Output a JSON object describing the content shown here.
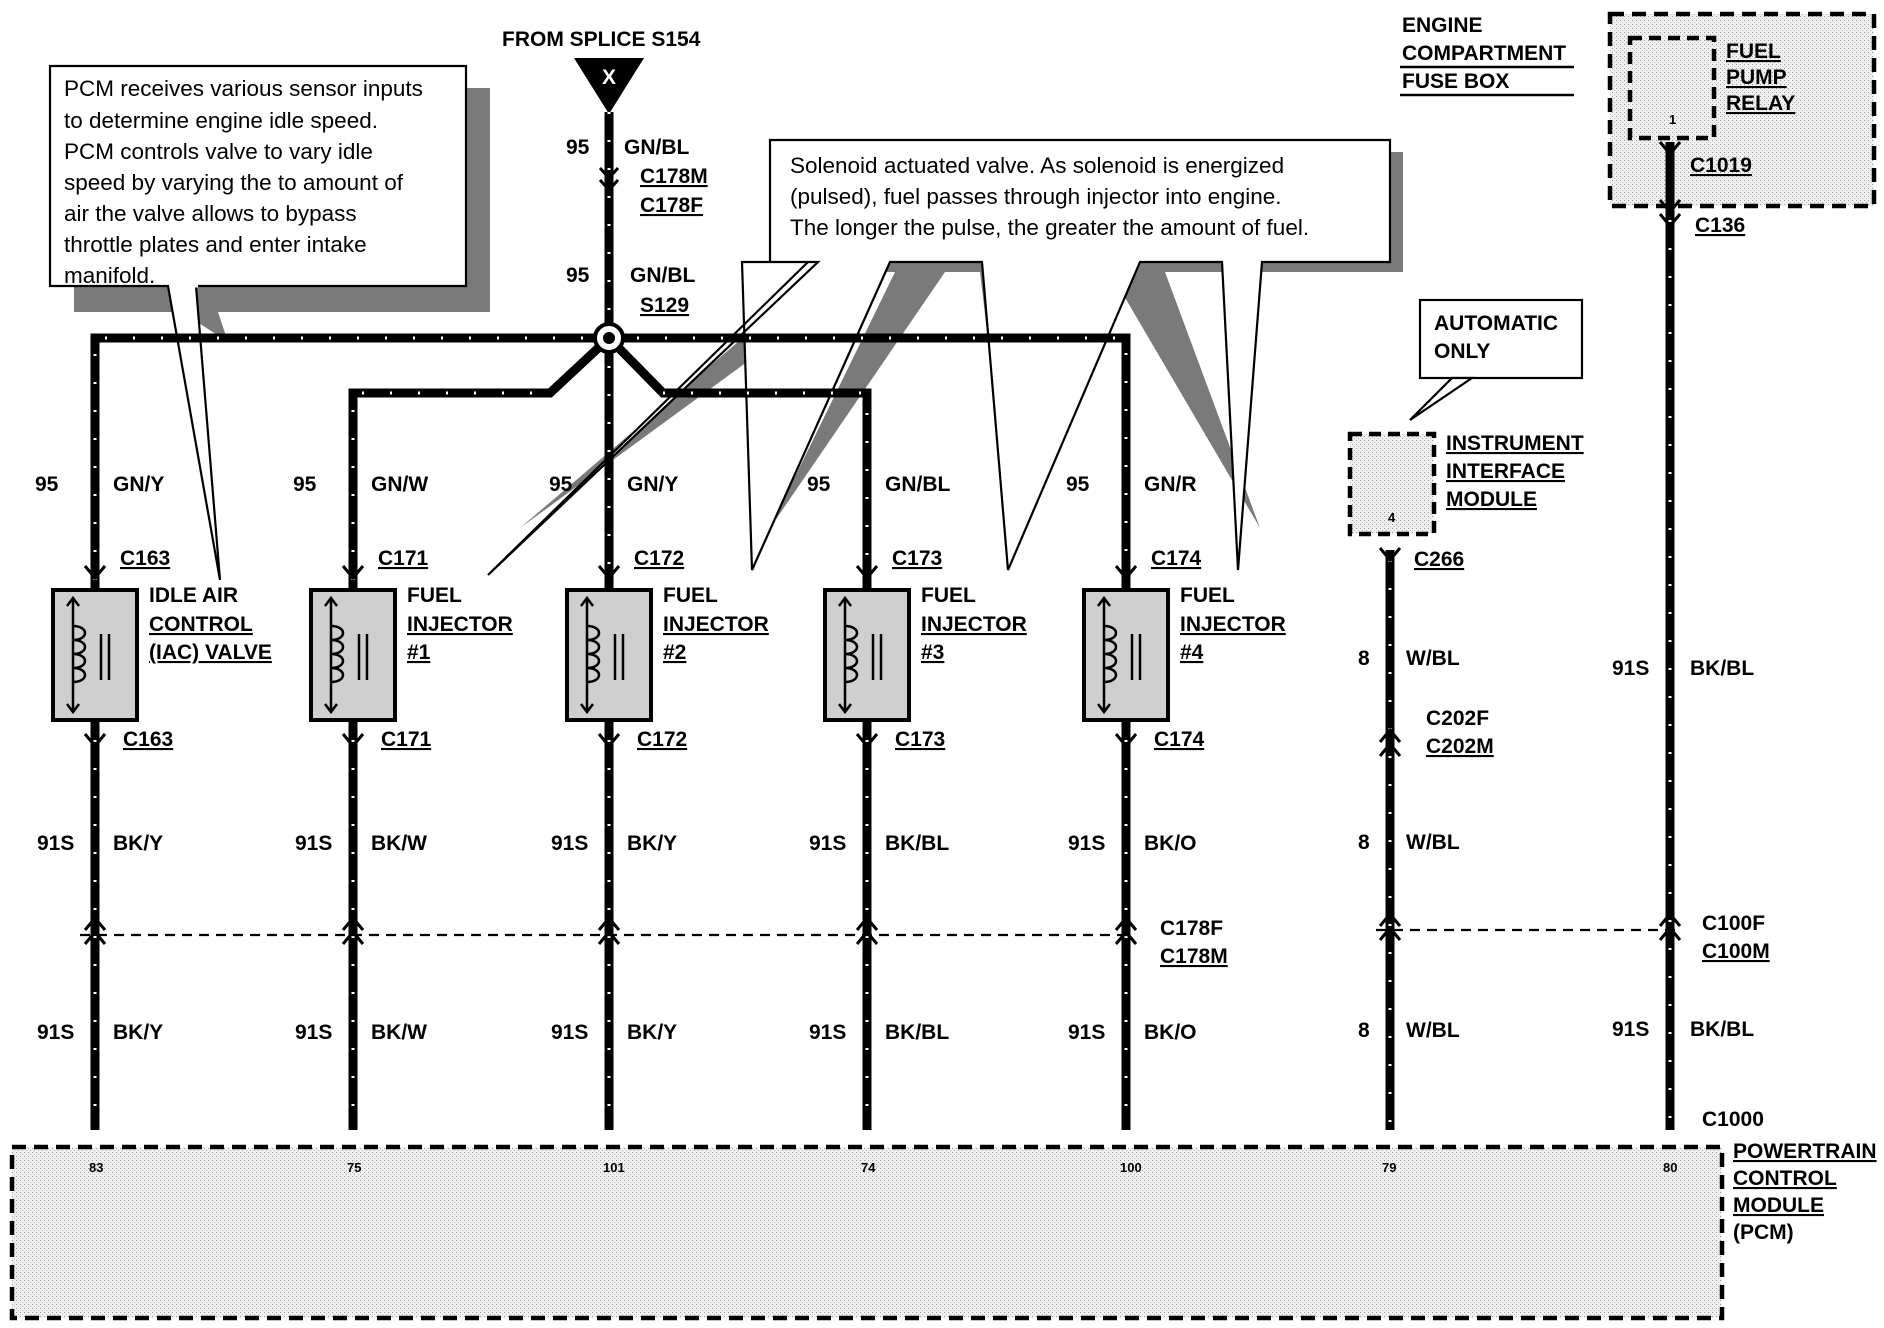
{
  "splice_source": "FROM SPLICE S154",
  "splice_x": "X",
  "feed": {
    "top_circuit": "95",
    "top_color": "GN/BL",
    "conn_m": "C178M",
    "conn_f": "C178F",
    "bottom_circuit": "95",
    "bottom_color": "GN/BL",
    "splice": "S129"
  },
  "notes": {
    "pcm": [
      "PCM receives various sensor inputs",
      "to determine engine idle speed.",
      "PCM controls valve to vary idle",
      "speed by varying the to amount of",
      "air the valve allows to bypass",
      "throttle plates and enter intake",
      "manifold."
    ],
    "solenoid": [
      "Solenoid actuated valve. As solenoid is energized",
      "(pulsed), fuel passes through injector into engine.",
      "The longer the pulse, the greater the amount of fuel."
    ],
    "automatic": [
      "AUTOMATIC",
      "ONLY"
    ]
  },
  "fuse_box": [
    "ENGINE",
    "COMPARTMENT",
    "FUSE BOX"
  ],
  "relay": {
    "name": [
      "FUEL",
      "PUMP",
      "RELAY"
    ],
    "pin": "1",
    "conn": "C1019",
    "conn2": "C136",
    "circuit": "91S",
    "color": "BK/BL"
  },
  "iim": {
    "name": [
      "INSTRUMENT",
      "INTERFACE",
      "MODULE"
    ],
    "pin": "4",
    "conn": "C266"
  },
  "iim_wire": [
    {
      "circuit": "8",
      "color": "W/BL"
    },
    {
      "circuit": "8",
      "color": "W/BL"
    },
    {
      "circuit": "8",
      "color": "W/BL"
    }
  ],
  "c202": [
    "C202F",
    "C202M"
  ],
  "c178_lower": [
    "C178F",
    "C178M"
  ],
  "c100": [
    "C100F",
    "C100M"
  ],
  "c1000": "C1000",
  "pcm_name": [
    "POWERTRAIN",
    "CONTROL",
    "MODULE",
    "(PCM)"
  ],
  "components": [
    {
      "name": [
        "IDLE AIR",
        "CONTROL",
        "(IAC) VALVE"
      ],
      "top_circuit": "95",
      "top_color": "GN/Y",
      "conn": "C163",
      "bot_circuit": "91S",
      "bot_color": "BK/Y",
      "low_circuit": "91S",
      "low_color": "BK/Y",
      "pin": "83"
    },
    {
      "name": [
        "FUEL",
        "INJECTOR",
        "#1"
      ],
      "top_circuit": "95",
      "top_color": "GN/W",
      "conn": "C171",
      "bot_circuit": "91S",
      "bot_color": "BK/W",
      "low_circuit": "91S",
      "low_color": "BK/W",
      "pin": "75"
    },
    {
      "name": [
        "FUEL",
        "INJECTOR",
        "#2"
      ],
      "top_circuit": "95",
      "top_color": "GN/Y",
      "conn": "C172",
      "bot_circuit": "91S",
      "bot_color": "BK/Y",
      "low_circuit": "91S",
      "low_color": "BK/Y",
      "pin": "101"
    },
    {
      "name": [
        "FUEL",
        "INJECTOR",
        "#3"
      ],
      "top_circuit": "95",
      "top_color": "GN/BL",
      "conn": "C173",
      "bot_circuit": "91S",
      "bot_color": "BK/BL",
      "low_circuit": "91S",
      "low_color": "BK/BL",
      "pin": "74"
    },
    {
      "name": [
        "FUEL",
        "INJECTOR",
        "#4"
      ],
      "top_circuit": "95",
      "top_color": "GN/R",
      "conn": "C174",
      "bot_circuit": "91S",
      "bot_color": "BK/O",
      "low_circuit": "91S",
      "low_color": "BK/O",
      "pin": "100"
    }
  ],
  "iim_pin": "79",
  "relay_pin": "80"
}
